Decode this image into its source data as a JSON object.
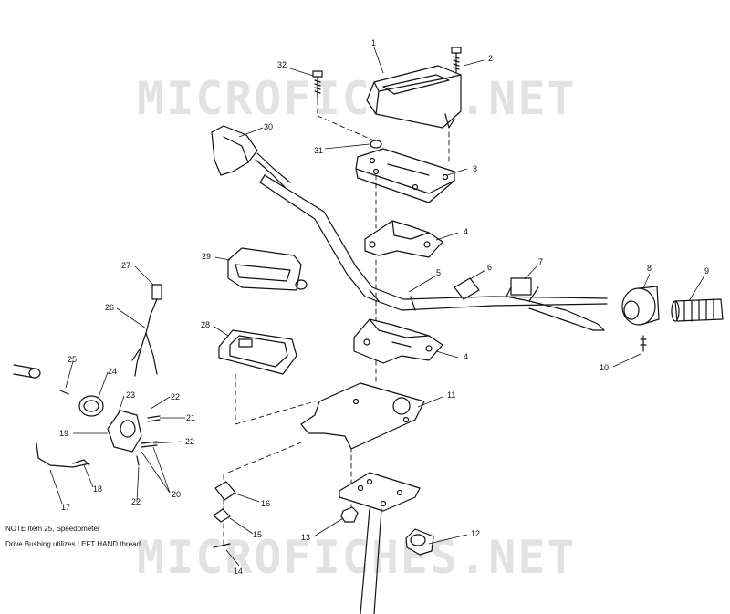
{
  "watermark": {
    "text": "MICROFICHES.NET",
    "color": "#e2e2e2"
  },
  "note": {
    "line1": "NOTE  Item 25, Speedometer",
    "line2": "Drive Bushing utilizes LEFT HAND thread"
  },
  "callouts": {
    "c1": "1",
    "c2": "2",
    "c3": "3",
    "c4a": "4",
    "c4b": "4",
    "c5": "5",
    "c6": "6",
    "c7": "7",
    "c8": "8",
    "c9": "9",
    "c10": "10",
    "c11": "11",
    "c12": "12",
    "c13": "13",
    "c14": "14",
    "c15": "15",
    "c16": "16",
    "c17": "17",
    "c18": "18",
    "c19": "19",
    "c20": "20",
    "c21": "21",
    "c22a": "22",
    "c22b": "22",
    "c22c": "22",
    "c23": "23",
    "c24": "24",
    "c25": "25",
    "c26": "26",
    "c27": "27",
    "c28": "28",
    "c29": "29",
    "c30": "30",
    "c31": "31",
    "c32": "32"
  }
}
